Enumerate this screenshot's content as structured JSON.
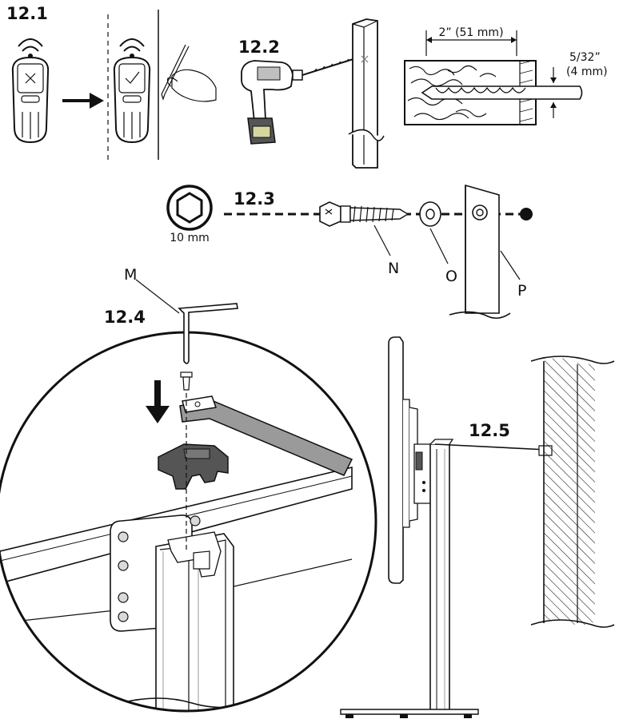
{
  "steps": {
    "s1": "12.1",
    "s2": "12.2",
    "s3": "12.3",
    "s4": "12.4",
    "s5": "12.5"
  },
  "dimensions": {
    "depth": "2” (51 mm)",
    "bit_in": "5/32”",
    "bit_mm": "(4 mm)"
  },
  "socket_size": "10 mm",
  "part_labels": {
    "bolt": "N",
    "washer": "O",
    "post": "P",
    "hex_key": "M"
  },
  "colors": {
    "ink": "#111111",
    "light_gray": "#d9d9d9",
    "mid_gray": "#9a9a9a",
    "dark_gray": "#555555",
    "drill_accent": "#d6d6a0"
  }
}
